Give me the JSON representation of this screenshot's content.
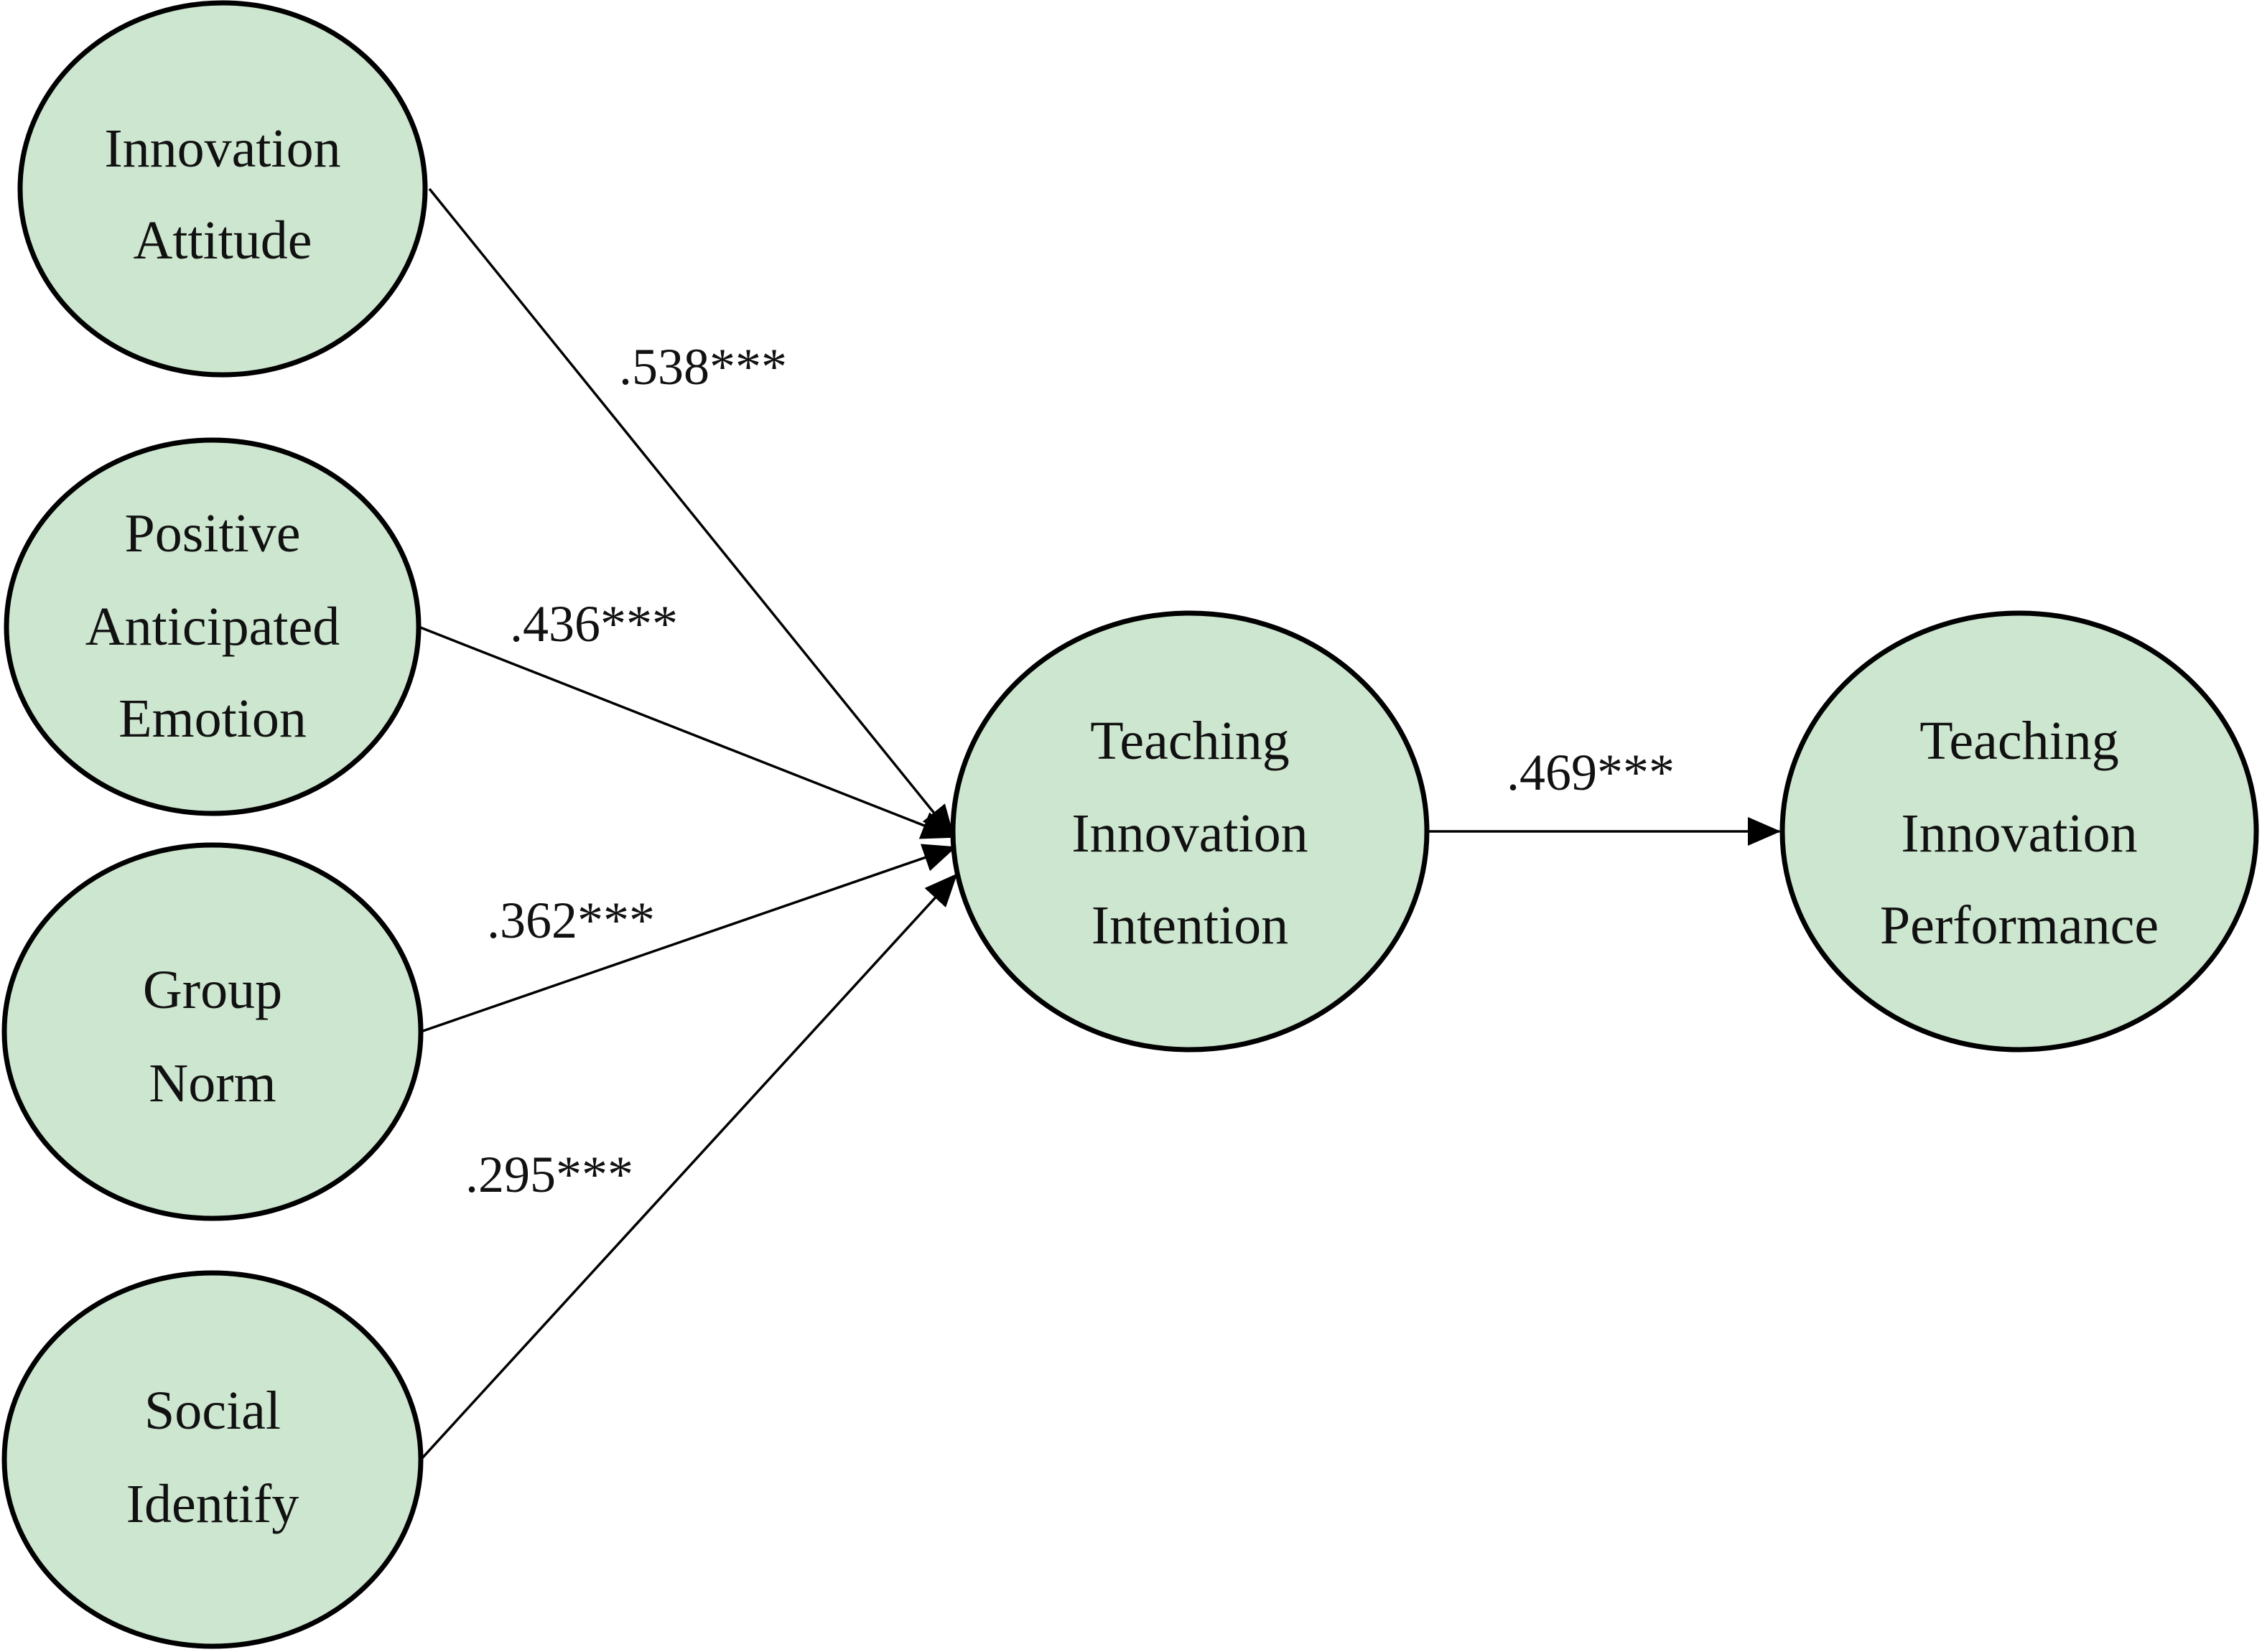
{
  "nodes": {
    "innovation_attitude": {
      "lines": [
        "Innovation",
        "Attitude"
      ]
    },
    "positive_anticipated_emotion": {
      "lines": [
        "Positive",
        "Anticipated",
        "Emotion"
      ]
    },
    "group_norm": {
      "lines": [
        "Group",
        "Norm"
      ]
    },
    "social_identify": {
      "lines": [
        "Social",
        "Identify"
      ]
    },
    "teaching_innovation_intention": {
      "lines": [
        "Teaching",
        "Innovation",
        "Intention"
      ]
    },
    "teaching_innovation_performance": {
      "lines": [
        "Teaching",
        "Innovation",
        "Performance"
      ]
    }
  },
  "edges": [
    {
      "from": "innovation_attitude",
      "to": "teaching_innovation_intention",
      "label": ".538***"
    },
    {
      "from": "positive_anticipated_emotion",
      "to": "teaching_innovation_intention",
      "label": ".436***"
    },
    {
      "from": "group_norm",
      "to": "teaching_innovation_intention",
      "label": ".362***"
    },
    {
      "from": "social_identify",
      "to": "teaching_innovation_intention",
      "label": ".295***"
    },
    {
      "from": "teaching_innovation_intention",
      "to": "teaching_innovation_performance",
      "label": ".469***"
    }
  ],
  "colors": {
    "node_fill": "#cde6cf",
    "stroke": "#000000",
    "text": "#111111"
  }
}
